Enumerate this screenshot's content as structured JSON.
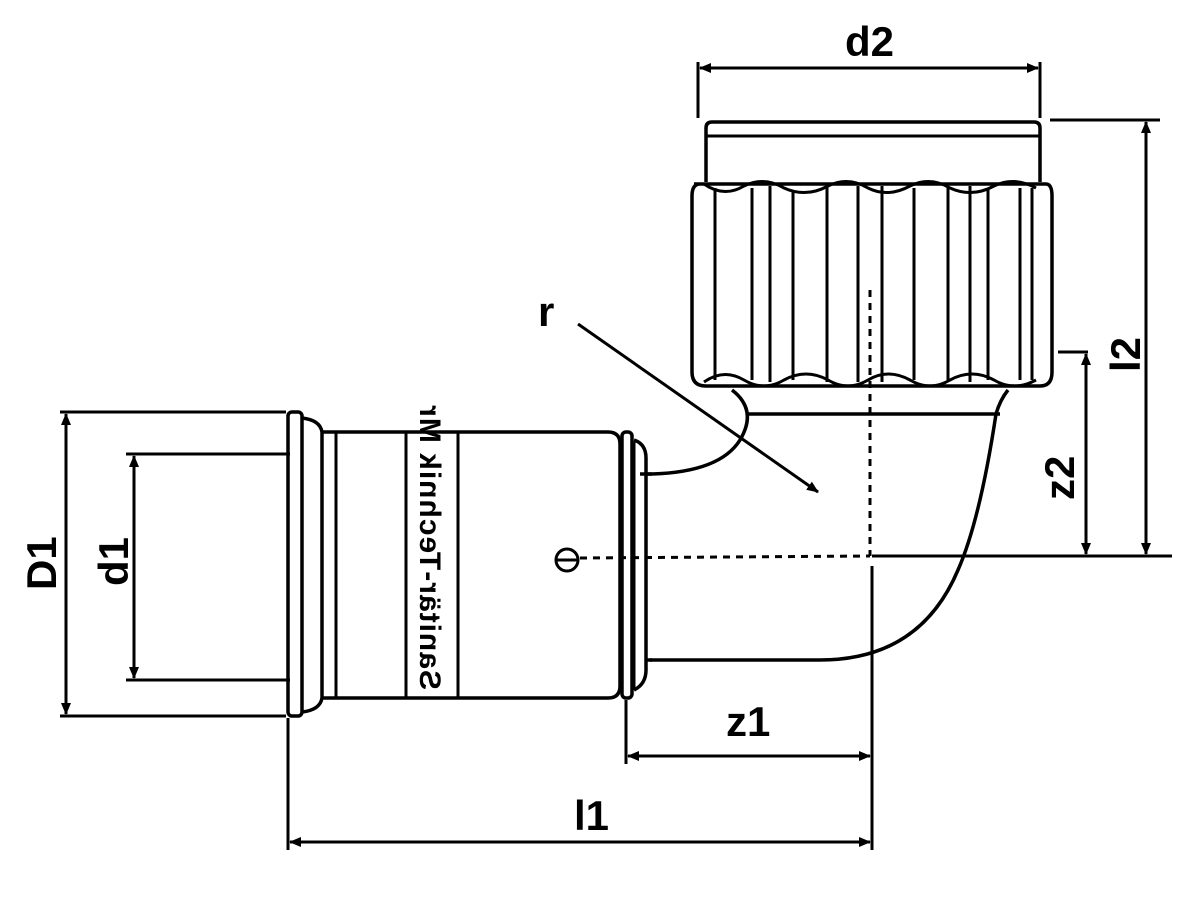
{
  "labels": {
    "d2": "d2",
    "l2": "l2",
    "z2": "z2",
    "r": "r",
    "D1": "D1",
    "d1": "d1",
    "z1": "z1",
    "l1": "l1"
  },
  "brand_text": "Sanitär-Technik Mr",
  "colors": {
    "stroke": "#000000",
    "background": "#ffffff"
  }
}
